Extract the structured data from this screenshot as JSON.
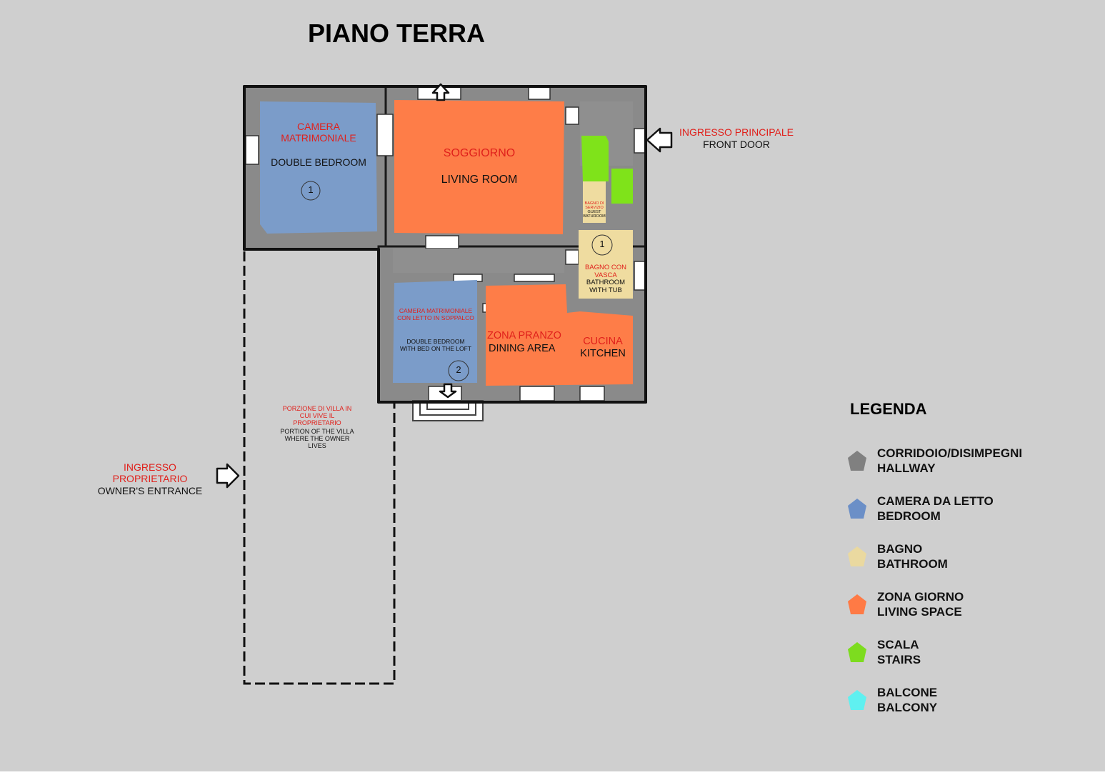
{
  "title": "PIANO TERRA",
  "rooms": {
    "double_bedroom_1": {
      "it": "CAMERA MATRIMONIALE",
      "en": "DOUBLE BEDROOM",
      "number": "1"
    },
    "living_room": {
      "it": "SOGGIORNO",
      "en": "LIVING ROOM"
    },
    "guest_bathroom": {
      "it": "BAGNO DI SERVIZIO",
      "en": "GUEST BATHROOM"
    },
    "bathroom_tub": {
      "it": "BAGNO CON VASCA",
      "en": "BATHROOM WITH TUB",
      "number": "1"
    },
    "loft_bedroom": {
      "it": "CAMERA MATRIMONIALE CON LETTO IN SOPPALCO",
      "en": "DOUBLE BEDROOM WITH BED ON THE LOFT",
      "number": "2"
    },
    "dining": {
      "it": "ZONA PRANZO",
      "en": "DINING AREA"
    },
    "kitchen": {
      "it": "CUCINA",
      "en": "KITCHEN"
    }
  },
  "owner_portion": {
    "it": "PORZIONE DI VILLA IN CUI VIVE IL PROPRIETARIO",
    "en": "PORTION OF THE VILLA WHERE THE OWNER LIVES"
  },
  "entrances": {
    "front": {
      "it": "INGRESSO PRINCIPALE",
      "en": "FRONT DOOR"
    },
    "owner": {
      "it": "INGRESSO PROPRIETARIO",
      "en": "OWNER'S ENTRANCE"
    }
  },
  "legend": {
    "title": "LEGENDA",
    "items": [
      {
        "it": "CORRIDOIO/DISIMPEGNI",
        "en": "HALLWAY",
        "color": "#808080"
      },
      {
        "it": "CAMERA DA LETTO",
        "en": "BEDROOM",
        "color": "#6b8fc7"
      },
      {
        "it": "BAGNO",
        "en": "BATHROOM",
        "color": "#ead9a0"
      },
      {
        "it": "ZONA GIORNO",
        "en": "LIVING SPACE",
        "color": "#ff7a45"
      },
      {
        "it": "SCALA",
        "en": "STAIRS",
        "color": "#7ddc1f"
      },
      {
        "it": "BALCONE",
        "en": "BALCONY",
        "color": "#5ff0f0"
      }
    ]
  },
  "colors": {
    "background": "#cfcfcf",
    "wall": "#8a8a8a",
    "hallway": "#8f8f8f",
    "bedroom": "#7b9cc9",
    "bathroom": "#efdca0",
    "living": "#fe7d48",
    "stairs": "#7fe31a",
    "label_red": "#e0201b"
  }
}
